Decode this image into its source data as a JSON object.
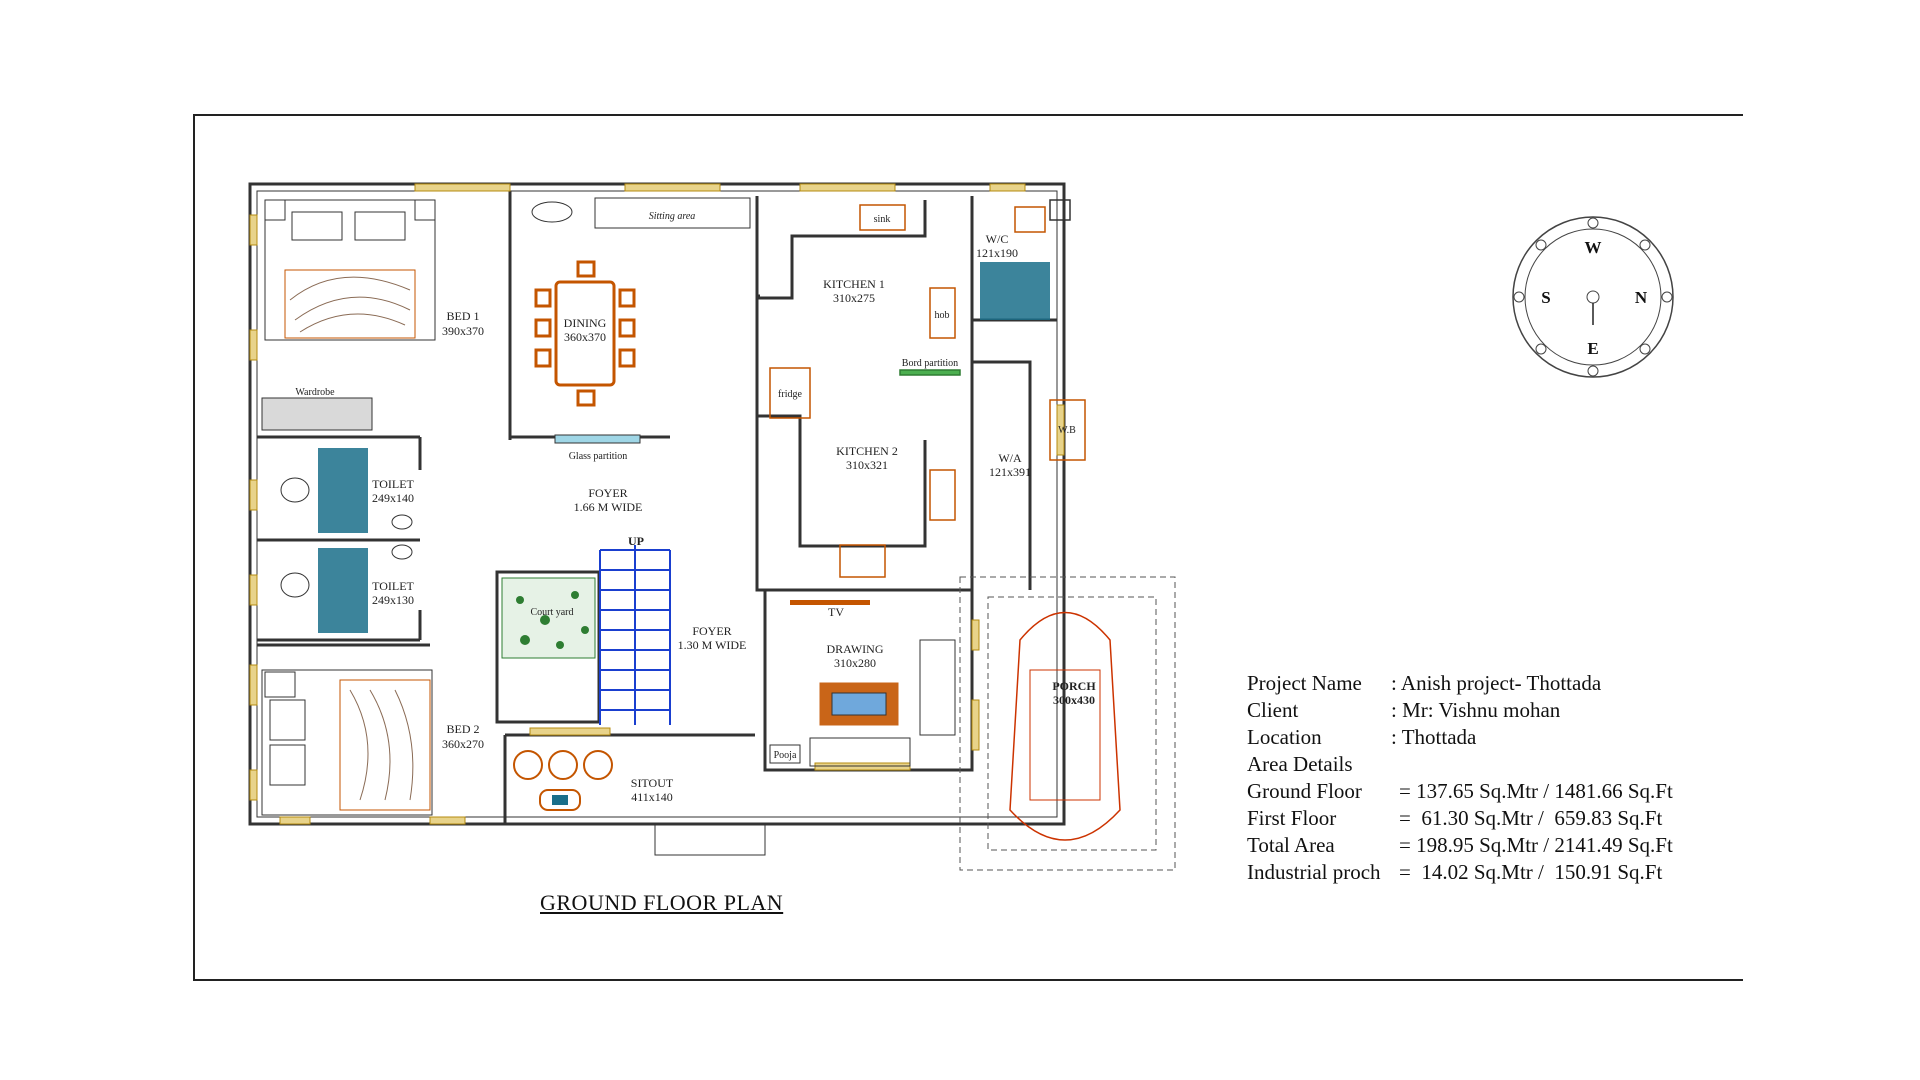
{
  "plan": {
    "title": "GROUND FLOOR PLAN",
    "rooms": {
      "bed1": {
        "name": "BED 1",
        "size": "390x370"
      },
      "bed2": {
        "name": "BED 2",
        "size": "360x270"
      },
      "toilet1": {
        "name": "TOILET",
        "size": "249x140"
      },
      "toilet2": {
        "name": "TOILET",
        "size": "249x130"
      },
      "dining": {
        "name": "DINING",
        "size": "360x370"
      },
      "kitchen1": {
        "name": "KITCHEN 1",
        "size": "310x275"
      },
      "kitchen2": {
        "name": "KITCHEN 2",
        "size": "310x321"
      },
      "wc": {
        "name": "W/C",
        "size": "121x190"
      },
      "wa": {
        "name": "W/A",
        "size": "121x391"
      },
      "foyer1": {
        "name": "FOYER",
        "size": "1.66 M WIDE"
      },
      "foyer2": {
        "name": "FOYER",
        "size": "1.30 M WIDE"
      },
      "drawing": {
        "name": "DRAWING",
        "size": "310x280"
      },
      "sitout": {
        "name": "SITOUT",
        "size": "411x140"
      },
      "porch": {
        "name": "PORCH",
        "size": "300x430"
      }
    },
    "labels": {
      "sitting_area": "Sitting area",
      "wardrobe": "Wardrobe",
      "glass_partition": "Glass partition",
      "bord_partition": "Bord partition",
      "court_yard": "Court yard",
      "up": "UP",
      "tv": "TV",
      "pooja": "Pooja",
      "sink": "sink",
      "fridge": "fridge",
      "hob": "hob",
      "wb": "W.B"
    }
  },
  "compass": {
    "w": "W",
    "s": "S",
    "n": "N",
    "e": "E"
  },
  "details": {
    "project_name_label": "Project Name",
    "project_name_value": ": Anish project- Thottada",
    "client_label": "Client",
    "client_value": ": Mr: Vishnu mohan",
    "location_label": "Location",
    "location_value": ": Thottada",
    "area_heading": "Area Details",
    "areas": [
      {
        "label": "Ground Floor",
        "value": "= 137.65 Sq.Mtr / 1481.66 Sq.Ft"
      },
      {
        "label": "First Floor",
        "value": "=  61.30 Sq.Mtr /  659.83 Sq.Ft"
      },
      {
        "label": "Total Area",
        "value": "= 198.95 Sq.Mtr / 2141.49 Sq.Ft"
      },
      {
        "label": "Industrial proch",
        "value": "=  14.02 Sq.Mtr /  150.91 Sq.Ft"
      }
    ]
  },
  "colors": {
    "wall": "#333333",
    "window": "#c9a227",
    "furniture": "#c45500",
    "tile": "#1a6f8a",
    "car": "#cc3300"
  }
}
